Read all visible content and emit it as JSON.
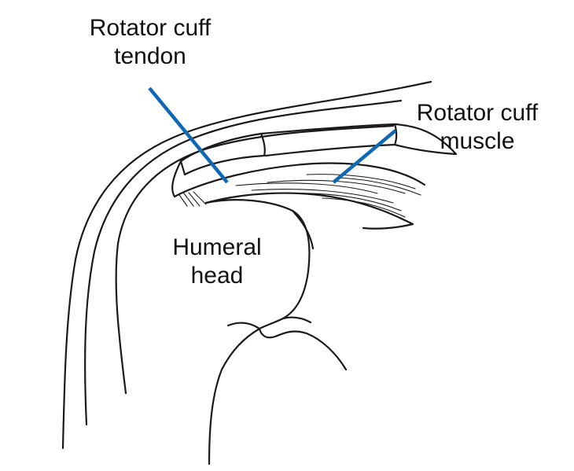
{
  "labels": {
    "tendon": {
      "line1": "Rotator cuff",
      "line2": "tendon"
    },
    "muscle": {
      "line1": "Rotator cuff",
      "line2": "muscle"
    },
    "humeral_head": {
      "line1": "Humeral",
      "line2": "head"
    }
  },
  "colors": {
    "pointer": "#0e68b3",
    "ink": "#1a1a1a",
    "background": "#ffffff"
  }
}
